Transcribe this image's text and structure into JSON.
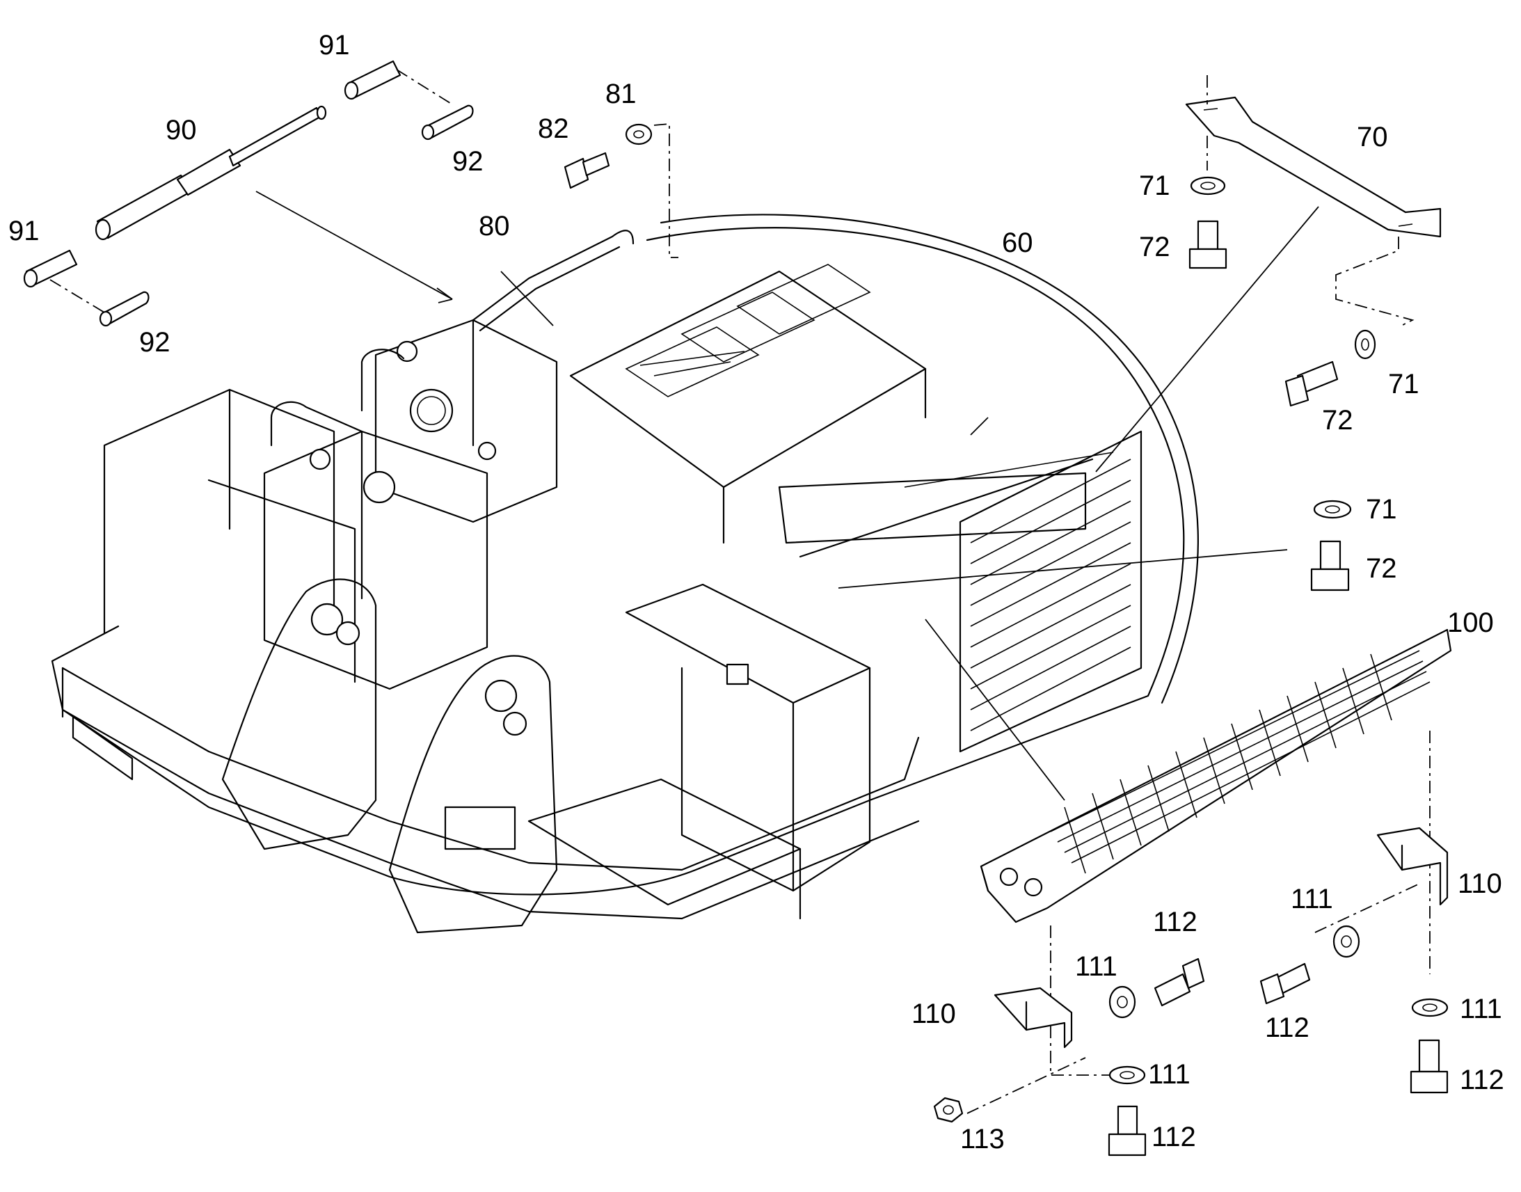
{
  "callouts": {
    "c60": "60",
    "c70": "70",
    "c71a": "71",
    "c72a": "72",
    "c71b": "71",
    "c72b": "72",
    "c71c": "71",
    "c72c": "72",
    "c80": "80",
    "c81": "81",
    "c82": "82",
    "c90": "90",
    "c91a": "91",
    "c92a": "92",
    "c91b": "91",
    "c92b": "92",
    "c100": "100",
    "c110a": "110",
    "c110b": "110",
    "c111a": "111",
    "c111b": "111",
    "c111c": "111",
    "c111d": "111",
    "c112a": "112",
    "c112b": "112",
    "c112c": "112",
    "c112d": "112",
    "c113": "113"
  }
}
